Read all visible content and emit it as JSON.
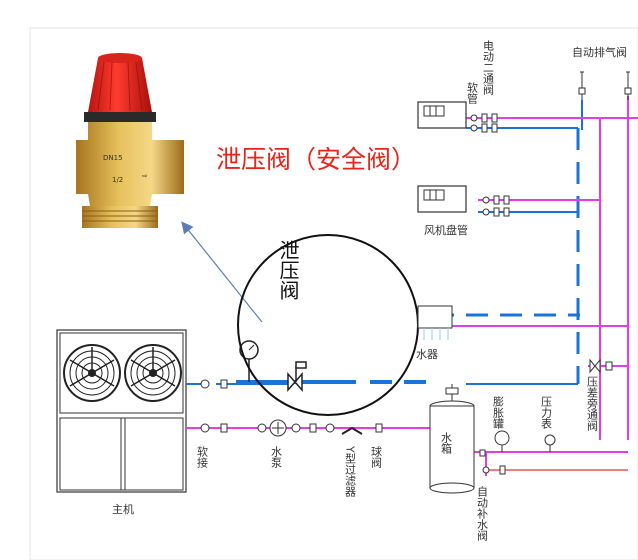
{
  "title": "泄压阀（安全阀）",
  "callout_text": "泄压阀",
  "valve_marks": {
    "size": "DN15",
    "thread": "1/2"
  },
  "labels": {
    "electric_valve": "电动二通阀",
    "hose": "软管",
    "auto_vent": "自动排气阀",
    "fan_coil": "风机盘管",
    "water_collector": "水器",
    "host": "主机",
    "soft_joint": "软接",
    "pump": "水泵",
    "y_filter": "Y型过滤器",
    "ball_valve": "球阀",
    "tank": "水箱",
    "expansion_tank": "膨胀罐",
    "pressure_gauge": "压力表",
    "bypass_valve": "压差旁通阀",
    "auto_fill": "自动补水阀"
  },
  "colors": {
    "supply_pipe": "#e43de8",
    "return_pipe": "#1a73d9",
    "title": "#e8241a",
    "fill_pipe": "#f07e7e",
    "arrow": "#5b7fb5"
  }
}
